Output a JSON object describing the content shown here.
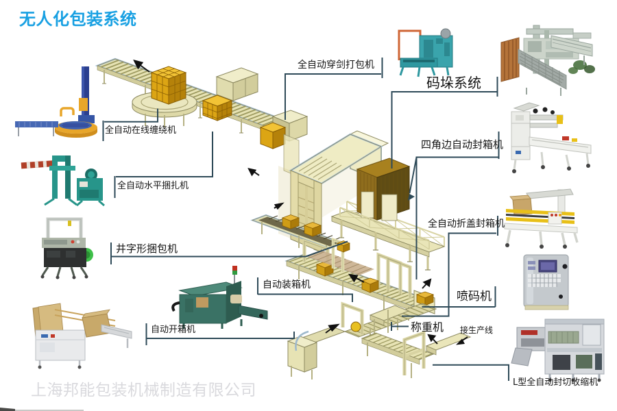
{
  "title": "无人化包装系统",
  "watermark": "上海邦能包装机械制造有限公司",
  "colors": {
    "title": "#18a0e2",
    "label_text": "#141414",
    "connector_line": "#2e4a58",
    "watermark": "#d9d9dd",
    "machine_beige": "#ece9c0",
    "box_gold": "#f2c335",
    "pallet_brown": "#8f6d1d"
  },
  "labels": {
    "chuanjian": "全自动穿剑打包机",
    "maduo": "码垛系统",
    "sijiaobian": "四角边自动封箱机",
    "zhegai": "全自动折盖封箱机",
    "penma": "喷码机",
    "chengzhong": "称重机",
    "jiesheng": "接生产线",
    "lxing": "L型全自动封切收缩机",
    "chanrao": "全自动在线缠绕机",
    "shuiping": "全自动水平捆扎机",
    "jingzi": "井字形捆包机",
    "zhuangxiang": "自动装箱机",
    "kaixiang": "自动开箱机"
  }
}
